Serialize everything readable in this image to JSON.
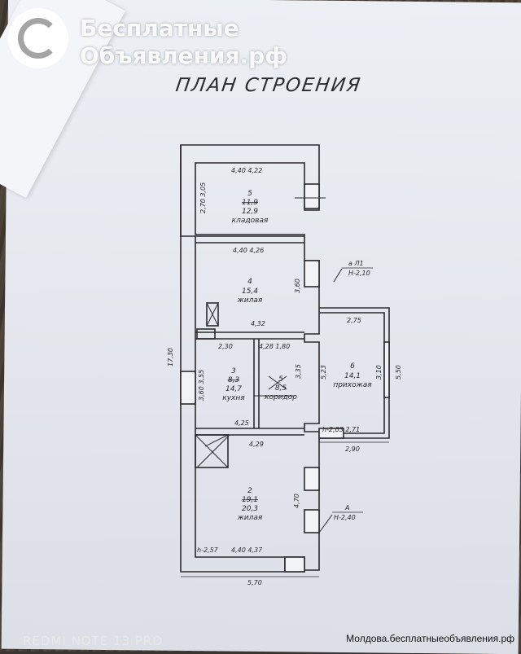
{
  "watermark": {
    "line1": "Бесплатные",
    "line2": "Объявления.рф"
  },
  "page_title": "ПЛАН СТРОЕНИЯ",
  "camera_caption": "REDMI NOTE 13 PRO",
  "site_caption": "Молдова.бесплатныеобъявления.рф",
  "rooms": [
    {
      "id": "5",
      "area_old": "11,9",
      "area": "12,9",
      "name": "кладовая"
    },
    {
      "id": "4",
      "area": "15,4",
      "name": "жилая"
    },
    {
      "id": "3",
      "area_old": "8,3",
      "area": "14,7",
      "name": "кухня"
    },
    {
      "id": "5",
      "area": "8,5",
      "name": "коридор"
    },
    {
      "id": "6",
      "area": "14,1",
      "name": "прихожая"
    },
    {
      "id": "2",
      "area_old": "19,1",
      "area": "20,3",
      "name": "жилая"
    }
  ],
  "dimensions": {
    "r5_top": "4,40  4,22",
    "r5_side": "2,70  3,05",
    "r4_top": "4,40  4,26",
    "r4_side": "3,60",
    "r4_bottom": "4,32",
    "kitchen_top": "2,30",
    "corr_top": "4,28  1,80",
    "kitchen_side": "3,60  3,55",
    "corr_side": "3,35",
    "hall_side_left": "5,23",
    "kitchen_bottom": "4,25",
    "r2_top": "4,29",
    "r2_side": "4,70",
    "r2_bottom": "4,40  4,37",
    "h_left": "h-2,57",
    "total_height": "17,30",
    "total_width": "5,70",
    "hall_top": "2,75",
    "hall_side": "5,50",
    "hall_side_inner": "3,10",
    "hall_bottom_inner": "h-2,03  2,71",
    "hall_bottom": "2,90",
    "porch_label": "а Л1",
    "porch_height": "Н-2,10",
    "main_label": "А",
    "main_height": "Н-2,40"
  }
}
